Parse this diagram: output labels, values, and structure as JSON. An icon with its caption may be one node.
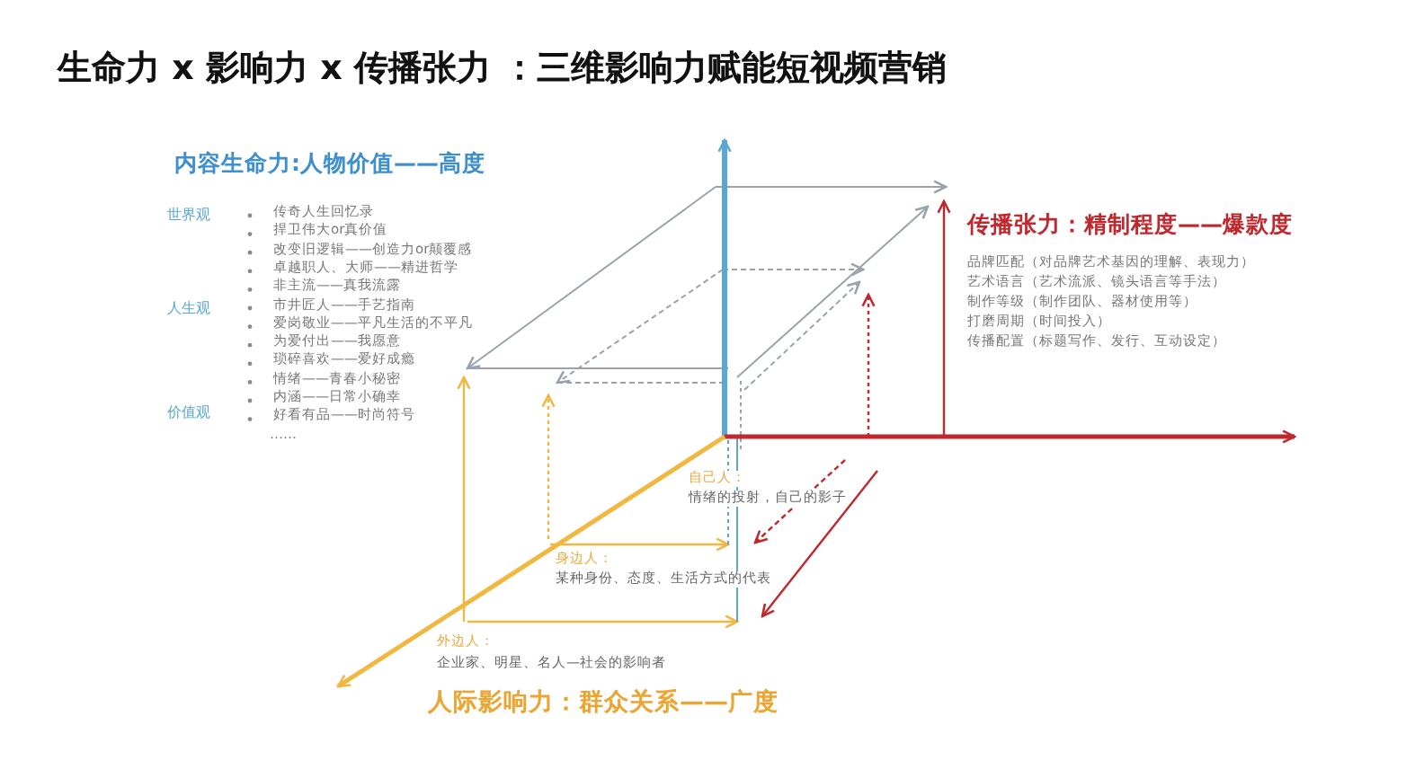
{
  "diagram": {
    "title": "生命力 x 影响力 x 传播张力 ：三维影响力赋能短视频营销",
    "labels": [
      "内容生命力:人物价值——高度",
      "世界观",
      "人生观",
      "价值观",
      "传奇人生回忆录",
      "捍卫伟大or真价值",
      "改变旧逻辑——创造力or颠覆感",
      "卓越职人、大师——精进哲学",
      "非主流——真我流露",
      "市井匠人——手艺指南",
      "爱岗敬业——平凡生活的不平凡",
      "为爱付出——我愿意",
      "琐碎喜欢——爱好成瘾",
      "情绪——青春小秘密",
      "内涵——日常小确幸",
      "好看有品——时尚符号",
      "……",
      "传播张力：精制程度——爆款度",
      "品牌匹配（对品牌艺术基因的理解、表现力）",
      "艺术语言（艺术流派、镜头语言等手法）",
      "制作等级（制作团队、器材使用等）",
      "打磨周期（时间投入）",
      "传播配置（标题写作、发行、互动设定）",
      "自己人：",
      "情绪的投射，自己的影子",
      "身边人：",
      "某种身份、态度、生活方式的代表",
      "外边人：",
      "企业家、明星、名人—社会的影响者",
      "人际影响力：群众关系——广度"
    ]
  }
}
